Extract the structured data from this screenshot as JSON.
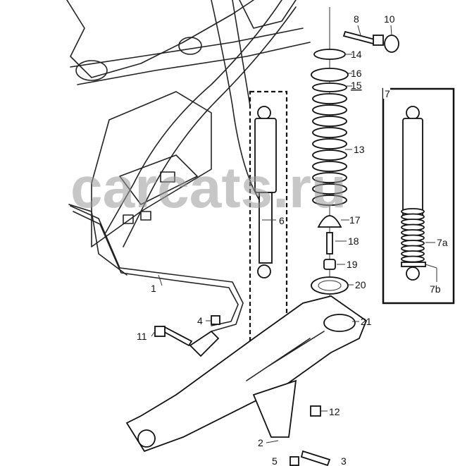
{
  "diagram": {
    "watermark": "carcats.ru",
    "inset_label": "7",
    "callouts": {
      "p1": "1",
      "p2": "2",
      "p3": "3",
      "p4": "4",
      "p5": "5",
      "p6": "6",
      "p7a": "7a",
      "p7b": "7b",
      "p8": "8",
      "p10": "10",
      "p11": "11",
      "p12": "12",
      "p13": "13",
      "p14": "14",
      "p15": "15",
      "p16": "16",
      "p17": "17",
      "p18": "18",
      "p19": "19",
      "p20": "20",
      "p21": "21"
    }
  }
}
